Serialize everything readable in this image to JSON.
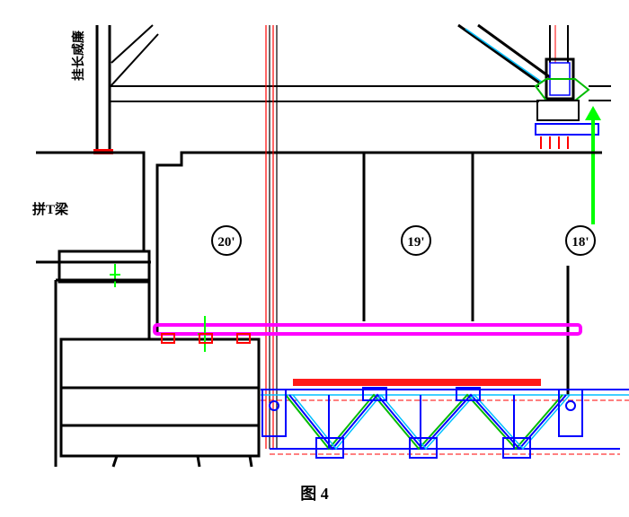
{
  "labels": {
    "vertical_note": "挂长威廉",
    "beam_label": "拼T梁",
    "beams": [
      "20'",
      "19'",
      "18'"
    ]
  },
  "caption": "图 4",
  "colors": {
    "structure": "#000000",
    "lifting_beam": "#ff00ff",
    "load_bar": "#ff1a1a",
    "truss_outline": "#0000ff",
    "truss_inner": "#00bfff",
    "lift_arrow": "#00ff00",
    "axis_red": "#ff0000"
  }
}
